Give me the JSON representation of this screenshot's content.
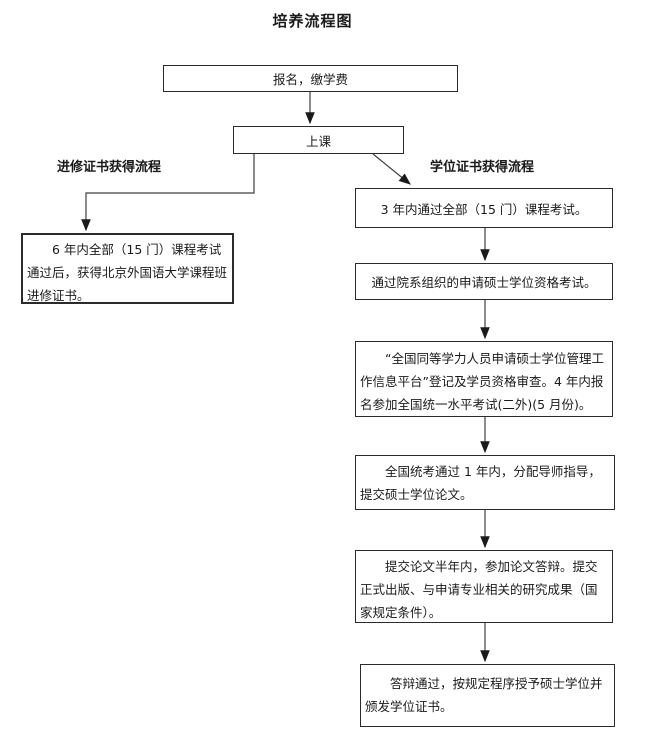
{
  "doc": {
    "title": "培养流程图"
  },
  "colors": {
    "background": "#ffffff",
    "text": "#1a1a1a",
    "box_border": "#2b2b2b",
    "connector_line": "#3f3f3f"
  },
  "flow": {
    "enroll": {
      "label": "报名，缴学费"
    },
    "attend": {
      "label": "上课"
    },
    "left_branch": {
      "heading": "进修证书获得流程",
      "certificate_box": {
        "text": "6 年内全部（15 门）课程考试通过后，获得北京外国语大学课程班进修证书。"
      }
    },
    "right_branch": {
      "heading": "学位证书获得流程",
      "steps": [
        {
          "text": "3 年内通过全部（15 门）课程考试。"
        },
        {
          "text": "通过院系组织的申请硕士学位资格考试。"
        },
        {
          "text": "“全国同等学力人员申请硕士学位管理工作信息平台”登记及学员资格审查。4 年内报名参加全国统一水平考试(二外)(5 月份)。"
        },
        {
          "text": "全国统考通过 1 年内，分配导师指导，提交硕士学位论文。"
        },
        {
          "text": "提交论文半年内，参加论文答辩。提交正式出版、与申请专业相关的研究成果（国家规定条件）。"
        },
        {
          "text": "答辩通过，按规定程序授予硕士学位并颁发学位证书。"
        }
      ]
    }
  }
}
